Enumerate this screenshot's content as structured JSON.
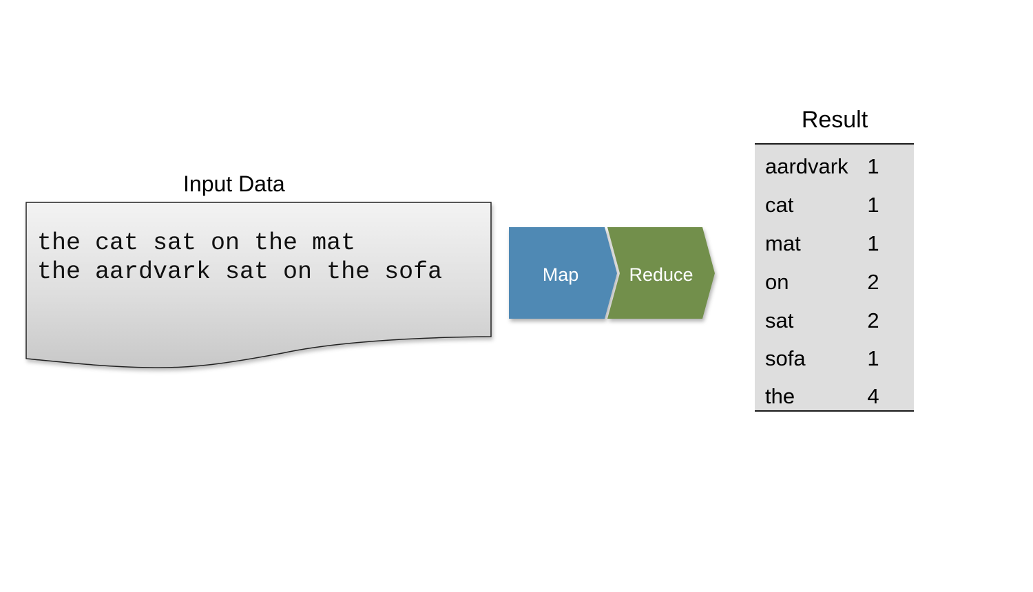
{
  "input": {
    "title": "Input Data",
    "lines": [
      "the cat sat on the mat",
      "the aardvark sat on the sofa"
    ]
  },
  "process": {
    "map_label": "Map",
    "reduce_label": "Reduce",
    "colors": {
      "map": "#5089b4",
      "reduce": "#728f4c"
    }
  },
  "result": {
    "title": "Result",
    "rows": [
      {
        "word": "aardvark",
        "count": "1"
      },
      {
        "word": "cat",
        "count": "1"
      },
      {
        "word": "mat",
        "count": "1"
      },
      {
        "word": "on",
        "count": "2"
      },
      {
        "word": "sat",
        "count": "2"
      },
      {
        "word": "sofa",
        "count": "1"
      },
      {
        "word": "the",
        "count": "4"
      }
    ]
  }
}
